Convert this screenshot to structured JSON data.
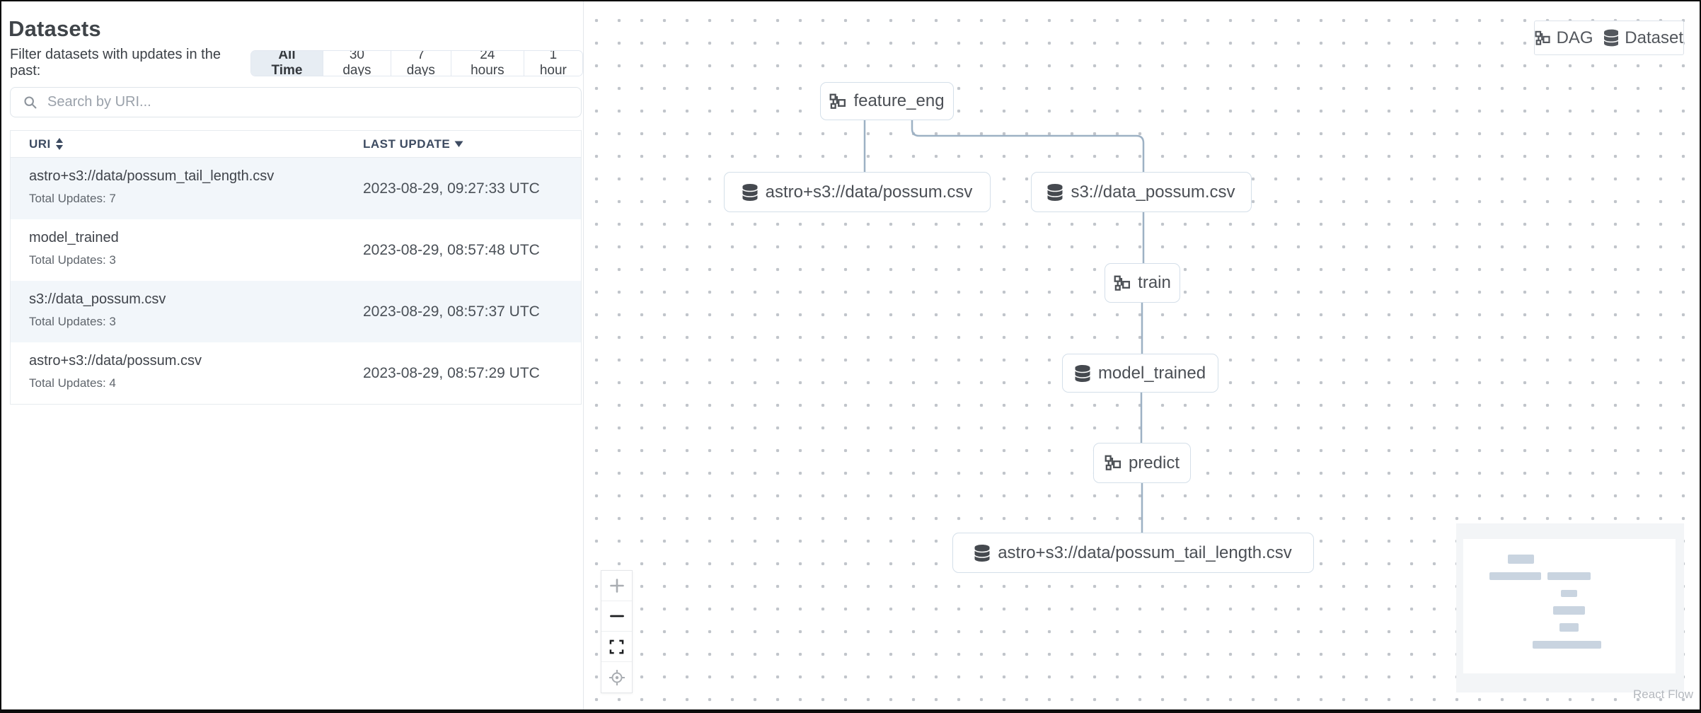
{
  "panel": {
    "title": "Datasets",
    "filter": {
      "label": "Filter datasets with updates in the past:",
      "options": [
        "All Time",
        "30 days",
        "7 days",
        "24 hours",
        "1 hour"
      ],
      "selected": "All Time"
    },
    "search_placeholder": "Search by URI...",
    "table": {
      "columns": [
        "URI",
        "LAST UPDATE"
      ],
      "rows": [
        {
          "uri": "astro+s3://data/possum_tail_length.csv",
          "total_updates": "Total Updates: 7",
          "last_update": "2023-08-29, 09:27:33 UTC"
        },
        {
          "uri": "model_trained",
          "total_updates": "Total Updates: 3",
          "last_update": "2023-08-29, 08:57:48 UTC"
        },
        {
          "uri": "s3://data_possum.csv",
          "total_updates": "Total Updates: 3",
          "last_update": "2023-08-29, 08:57:37 UTC"
        },
        {
          "uri": "astro+s3://data/possum.csv",
          "total_updates": "Total Updates: 4",
          "last_update": "2023-08-29, 08:57:29 UTC"
        }
      ]
    }
  },
  "graph": {
    "legend": {
      "dag_label": "DAG",
      "dataset_label": "Dataset"
    },
    "nodes": [
      {
        "label": "feature_eng",
        "type": "dag"
      },
      {
        "label": "astro+s3://data/possum.csv",
        "type": "dataset"
      },
      {
        "label": "s3://data_possum.csv",
        "type": "dataset"
      },
      {
        "label": "train",
        "type": "dag"
      },
      {
        "label": "model_trained",
        "type": "dataset"
      },
      {
        "label": "predict",
        "type": "dag"
      },
      {
        "label": "astro+s3://data/possum_tail_length.csv",
        "type": "dataset"
      }
    ],
    "edges": [
      "feature_eng -> astro+s3://data/possum.csv",
      "feature_eng -> s3://data_possum.csv",
      "s3://data_possum.csv -> train",
      "train -> model_trained",
      "model_trained -> predict",
      "predict -> astro+s3://data/possum_tail_length.csv"
    ],
    "attribution": "React Flow",
    "colors": {
      "edge": "#9db1c4",
      "node_border": "#d4dfe9",
      "row_stripe": "#f2f6fa",
      "selected_filter_bg": "#e7edf3",
      "minimap_node": "#c9d4e0"
    }
  }
}
